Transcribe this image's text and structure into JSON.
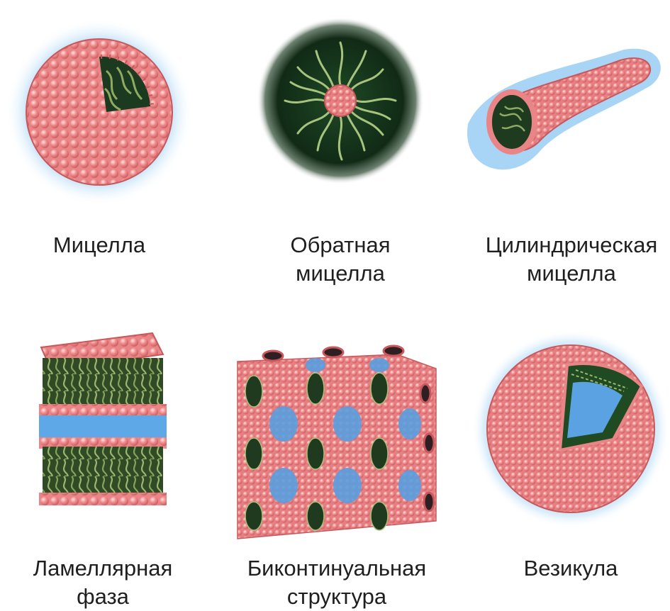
{
  "figure": {
    "structures": [
      {
        "id": "micelle",
        "label_lines": [
          "Мицелла"
        ]
      },
      {
        "id": "reverse-micelle",
        "label_lines": [
          "Обратная",
          "мицелла"
        ]
      },
      {
        "id": "cylindrical-micelle",
        "label_lines": [
          "Цилиндрическая",
          "мицелла"
        ]
      },
      {
        "id": "lamellar-phase",
        "label_lines": [
          "Ламеллярная",
          "фаза"
        ]
      },
      {
        "id": "bicontinuous-structure",
        "label_lines": [
          "Биконтинуальная",
          "структура"
        ]
      },
      {
        "id": "vesicle",
        "label_lines": [
          "Везикула"
        ]
      }
    ],
    "colors": {
      "head": "#ee8a8c",
      "head_highlight": "#fde0df",
      "head_edge": "#c7585c",
      "tail": "#7f9a5a",
      "core_dark": "#15301a",
      "water": "#4f9fe0",
      "halo": "#8ec8f2"
    }
  }
}
